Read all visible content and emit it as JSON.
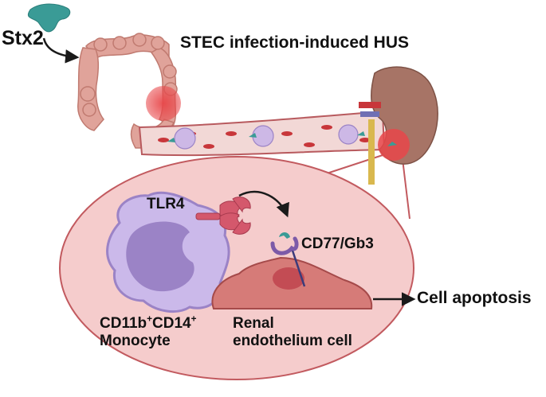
{
  "labels": {
    "toxin": "Stx2",
    "title": "STEC infection-induced HUS",
    "receptor_tlr4": "TLR4",
    "receptor_cd77": "CD77/Gb3",
    "outcome": "Cell apoptosis",
    "monocyte": {
      "marker1": "CD11b",
      "sup1": "+",
      "marker2": "CD14",
      "sup2": "+",
      "cell": "Monocyte"
    },
    "endothelium": {
      "line1": "Renal",
      "line2": "endothelium cell"
    }
  },
  "colors": {
    "toxin": "#3a9b96",
    "intestine": "#e0a39a",
    "infection_focus": "#e8474a",
    "blood_vessel": "#f2d8d6",
    "red_blood_cell": "#c8363a",
    "immune_cell": "#cdb8e6",
    "kidney": "#a77466",
    "zoom_background": "#f5cccc",
    "zoom_border": "#c25a5f",
    "monocyte_body": "#cbb9ea",
    "monocyte_nucleus": "#9b83c6",
    "tlr4_receptor": "#d4586c",
    "cd77_receptor": "#7c5aa8",
    "endothelial_cell": "#d67b78",
    "arrow": "#1a1a1a"
  },
  "icons": [
    "toxin-icon",
    "intestine-icon",
    "blood-vessel-icon",
    "kidney-icon",
    "monocyte-icon",
    "tlr4-receptor-icon",
    "cd77-receptor-icon",
    "endothelial-cell-icon",
    "arrow-icon"
  ]
}
